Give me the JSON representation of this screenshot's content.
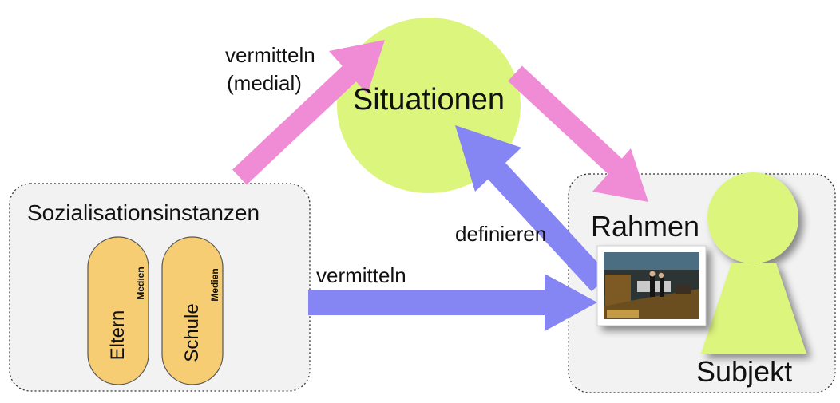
{
  "labels": {
    "situationen": "Situationen",
    "sozialisation": "Sozialisationsinstanzen",
    "eltern": "Eltern",
    "schule": "Schule",
    "medien_1": "Medien",
    "medien_2": "Medien",
    "vermitteln_medial_line1": "vermitteln",
    "vermitteln_medial_line2": "(medial)",
    "vermitteln": "vermitteln",
    "definieren": "definieren",
    "rahmen": "Rahmen",
    "subjekt": "Subjekt"
  },
  "colors": {
    "green": "#dcf57c",
    "pink": "#f08bd6",
    "blue": "#8585f4",
    "orange": "#f7cd74",
    "box_fill": "#f2f2f2"
  },
  "icons": {
    "painting": "painting-thumbnail"
  }
}
